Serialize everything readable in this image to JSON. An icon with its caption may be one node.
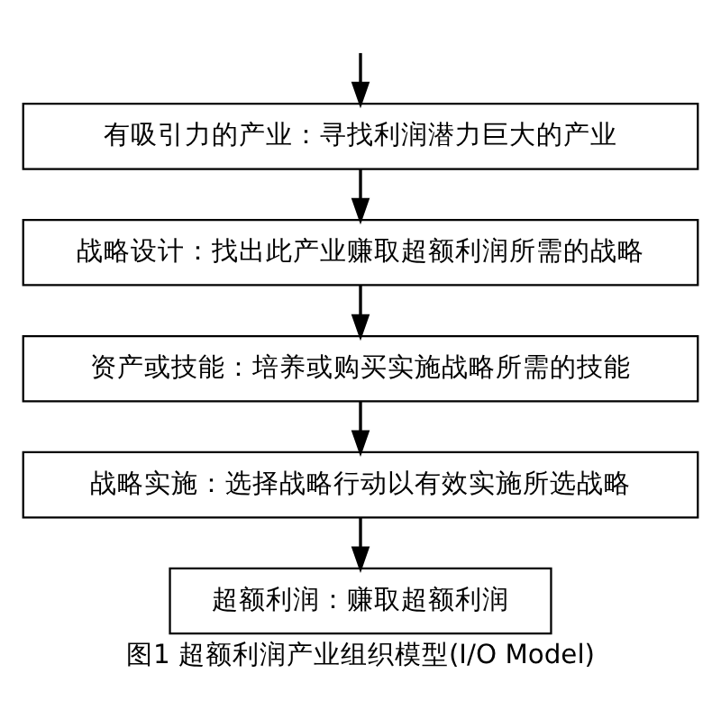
{
  "diagram": {
    "caption": "图1 超额利润产业组织模型(I/O Model)",
    "nodes": [
      {
        "text": [
          "有吸引力的产业：寻找利润潜力巨大的产业"
        ]
      },
      {
        "text": [
          "战略设计：找出此产业赚取超额利润所需的战略"
        ]
      },
      {
        "text": [
          "资产或技能：培养或购买实施战略所需的技能"
        ]
      },
      {
        "text": [
          "战略实施：选择战略行动以有效实施所选战略"
        ]
      },
      {
        "text": [
          "超额利润：赚取超额利润"
        ]
      }
    ],
    "edges": [
      {
        "from": null,
        "to": 0,
        "arrow": "to"
      },
      {
        "from": 0,
        "to": 1,
        "arrow": "to"
      },
      {
        "from": 1,
        "to": 2,
        "arrow": "to"
      },
      {
        "from": 2,
        "to": 3,
        "arrow": "to"
      },
      {
        "from": 3,
        "to": 4,
        "arrow": "to"
      }
    ]
  }
}
